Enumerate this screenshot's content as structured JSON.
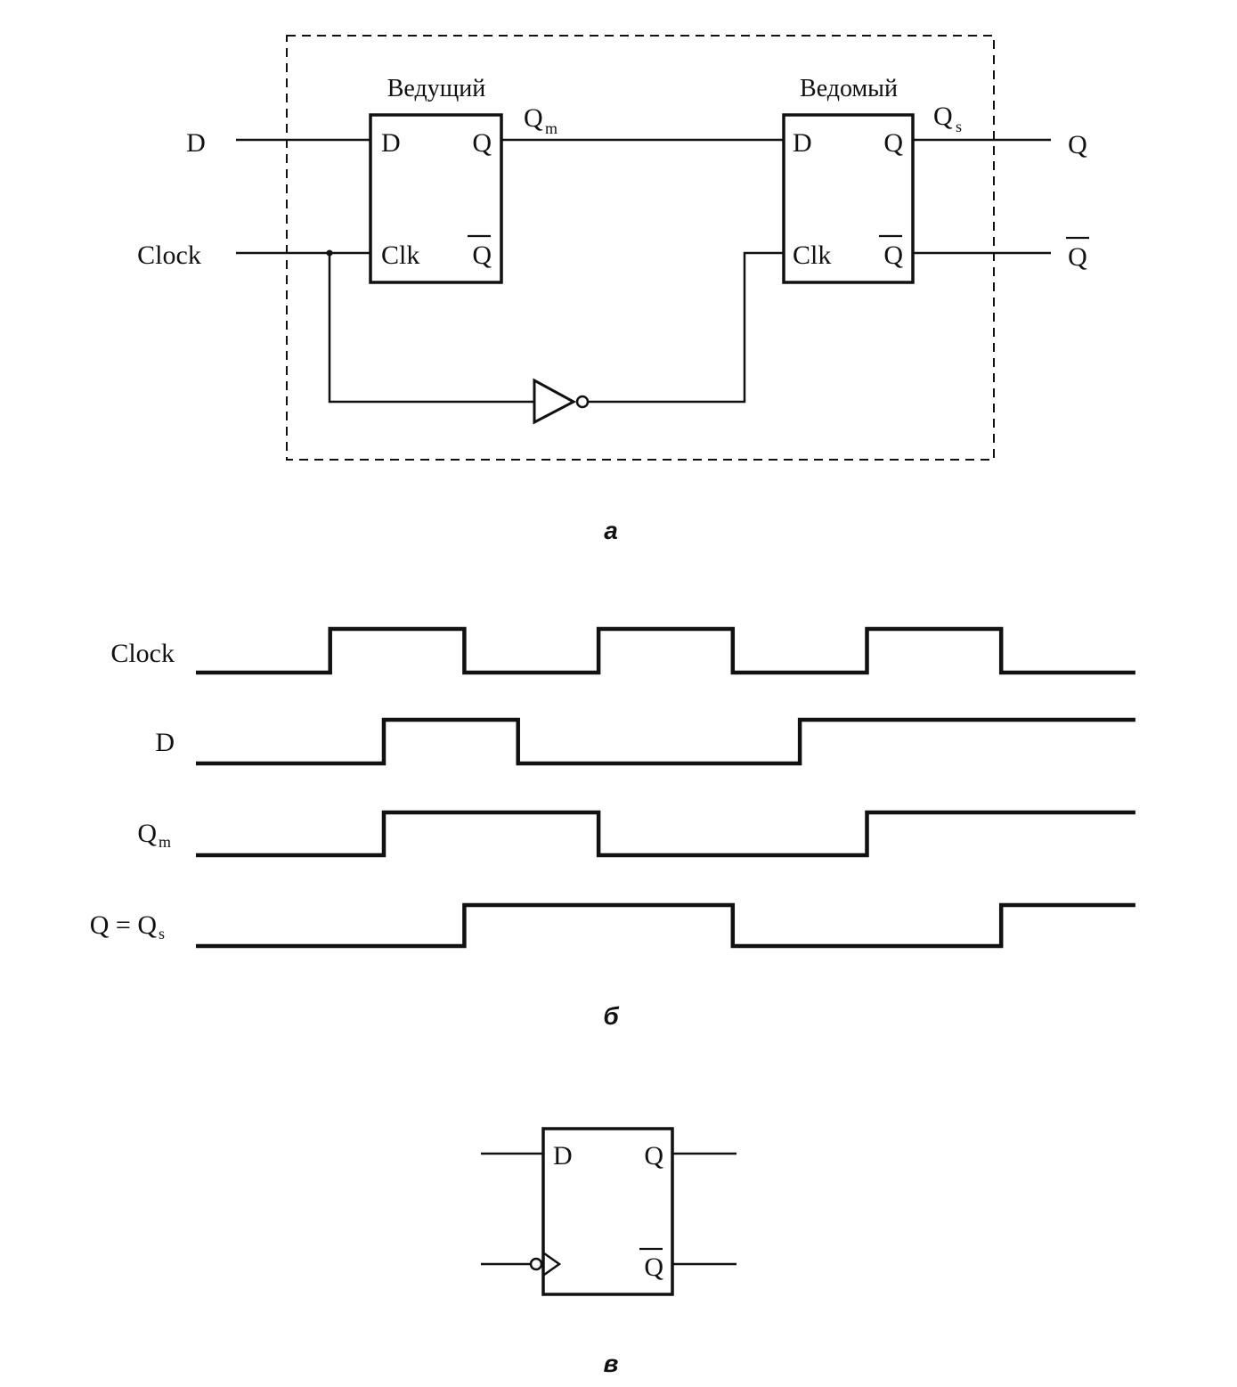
{
  "part_a": {
    "caption": "а",
    "master_title": "Ведущий",
    "slave_title": "Ведомый",
    "input_d": "D",
    "input_clock": "Clock",
    "output_q": "Q",
    "output_qbar": "Q",
    "qm_main": "Q",
    "qm_sub": "m",
    "qs_main": "Q",
    "qs_sub": "s",
    "pin_d": "D",
    "pin_q": "Q",
    "pin_clk": "Clk",
    "pin_qbar": "Q"
  },
  "part_b": {
    "caption": "б",
    "signals": [
      {
        "label": "Clock",
        "levels": [
          0,
          1,
          0,
          1,
          0,
          1,
          0
        ],
        "transitions": [
          0,
          1,
          2,
          3,
          4,
          5,
          6,
          7
        ]
      },
      {
        "label": "D",
        "levels": [
          0,
          1,
          0,
          1
        ],
        "transitions": [
          0,
          1.4,
          2.4,
          4.5,
          7
        ]
      },
      {
        "label": "Q",
        "sub": "m",
        "levels": [
          0,
          1,
          0,
          1
        ],
        "transitions": [
          0,
          1.4,
          3,
          5,
          7
        ]
      },
      {
        "label": "Q = Q",
        "sub": "s",
        "levels": [
          0,
          1,
          0,
          1
        ],
        "transitions": [
          0,
          2,
          4,
          6,
          7
        ]
      }
    ]
  },
  "part_c": {
    "caption": "в",
    "pin_d": "D",
    "pin_q": "Q",
    "pin_qbar": "Q"
  }
}
